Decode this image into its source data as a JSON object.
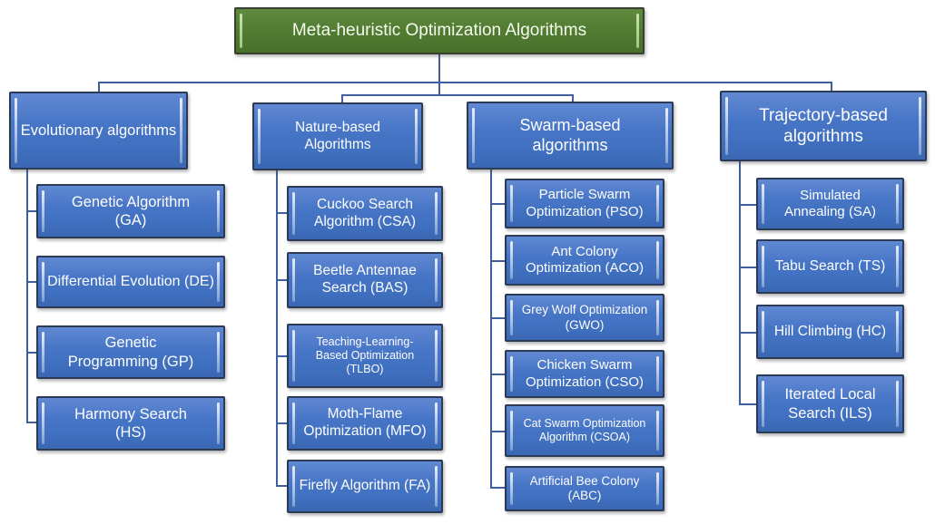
{
  "root": {
    "label": "Meta-heuristic Optimization Algorithms"
  },
  "branches": [
    {
      "label": "Evolutionary algorithms",
      "children": [
        "Genetic Algorithm (GA)",
        "Differential Evolution (DE)",
        "Genetic Programming (GP)",
        "Harmony Search (HS)"
      ]
    },
    {
      "label": "Nature-based Algorithms",
      "children": [
        "Cuckoo Search Algorithm (CSA)",
        "Beetle Antennae Search (BAS)",
        "Teaching-Learning-Based Optimization (TLBO)",
        "Moth-Flame Optimization (MFO)",
        "Firefly Algorithm (FA)"
      ]
    },
    {
      "label": "Swarm-based algorithms",
      "children": [
        "Particle Swarm Optimization (PSO)",
        "Ant Colony Optimization (ACO)",
        "Grey Wolf Optimization (GWO)",
        "Chicken Swarm Optimization (CSO)",
        "Cat Swarm Optimization Algorithm (CSOA)",
        "Artificial Bee Colony (ABC)"
      ]
    },
    {
      "label": "Trajectory-based algorithms",
      "children": [
        "Simulated Annealing (SA)",
        "Tabu Search (TS)",
        "Hill Climbing (HC)",
        "Iterated Local Search (ILS)"
      ]
    }
  ],
  "colors": {
    "root_fill": "#527c31",
    "root_border": "#39402f",
    "branch_fill": "#4472c4",
    "node_border": "#2c3a56",
    "highlight_bar": "#cfe0f5",
    "connector_line": "#3f5e9e",
    "background": "#ffffff",
    "text": "#ffffff"
  }
}
